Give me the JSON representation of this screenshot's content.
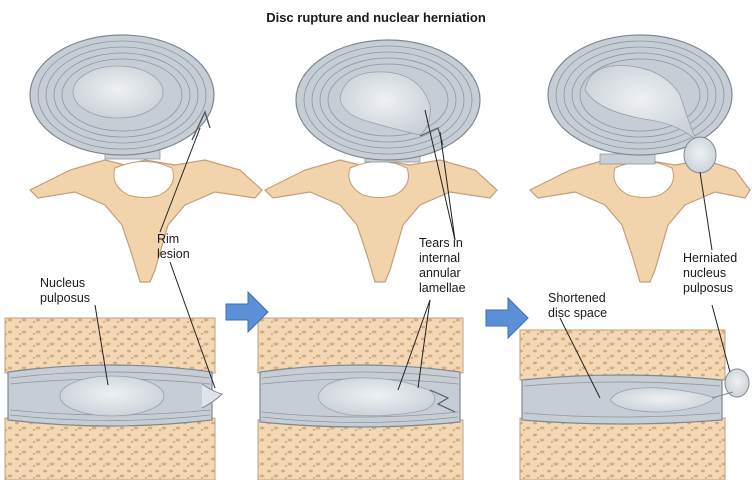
{
  "title": "Disc rupture and nuclear herniation",
  "labels": {
    "rim_lesion": [
      "Rim",
      "lesion"
    ],
    "nucleus_pulposus": [
      "Nucleus",
      "pulposus"
    ],
    "tears": [
      "Tears in",
      "internal",
      "annular",
      "lamellae"
    ],
    "shortened": [
      "Shortened",
      "disc space"
    ],
    "herniated": [
      "Herniated",
      "nucleus",
      "pulposus"
    ]
  },
  "colors": {
    "bone": "#f1d3ac",
    "bone_edge": "#c49f78",
    "bone_pore": "#d9ab78",
    "cancellous": "#f5dcc0",
    "annulus": "#c6cdd4",
    "lamella": "#8d969f",
    "nucleus": "#dfe4e8",
    "arrow": "#5b8fd6"
  }
}
